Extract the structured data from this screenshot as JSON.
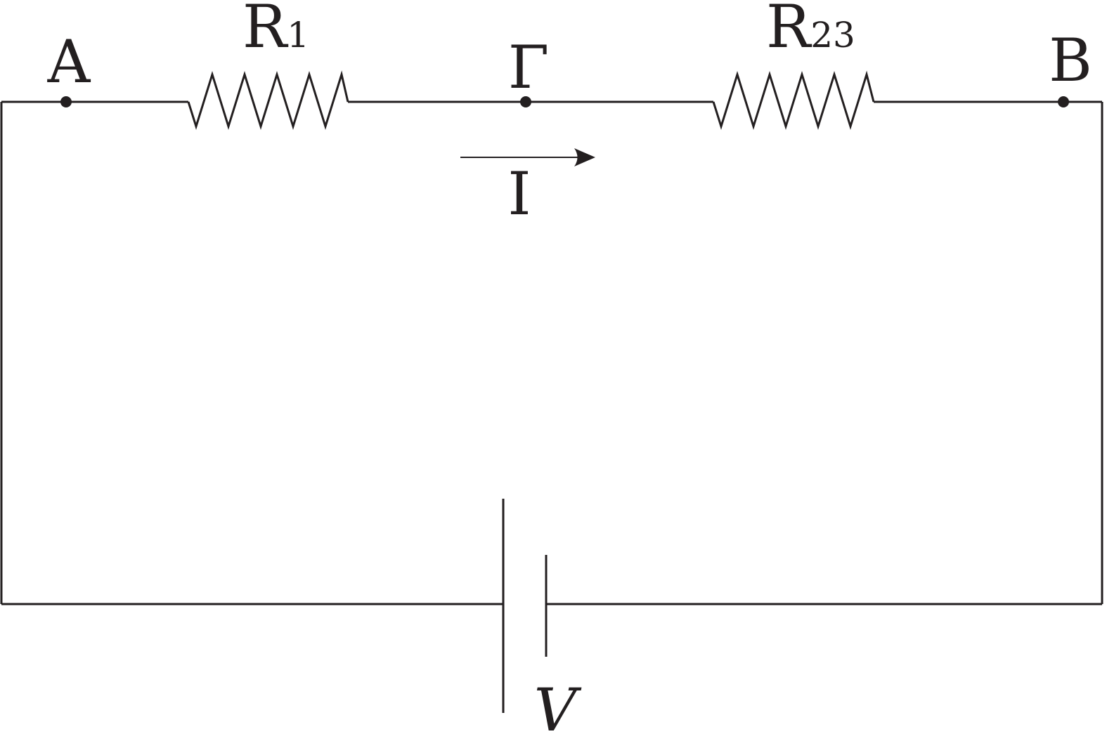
{
  "labels": {
    "node_a": "A",
    "node_b": "B",
    "node_gamma": "Γ",
    "current": "I",
    "voltage": "V"
  },
  "resistors": [
    {
      "letter": "R",
      "subscript": "1"
    },
    {
      "letter": "R",
      "subscript": "23"
    }
  ],
  "colors": {
    "ink": "#231f20",
    "background": "#ffffff"
  }
}
